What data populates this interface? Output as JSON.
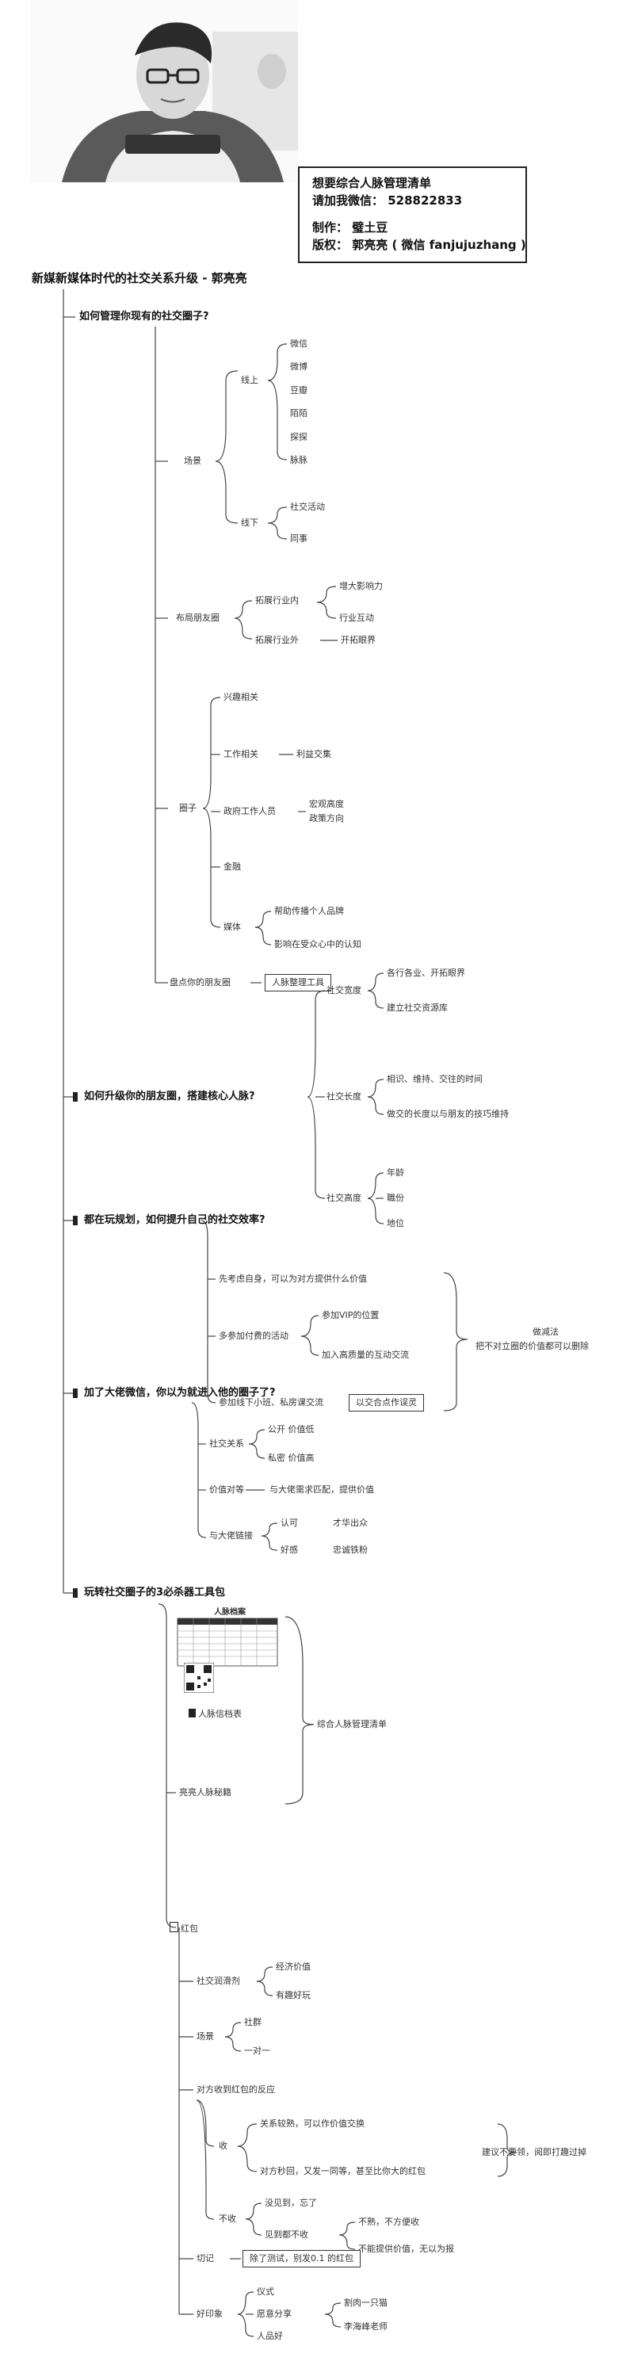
{
  "info": {
    "line1": "想要综合人脉管理清单",
    "line2": "请加我微信： 528822833",
    "line3": "制作： 璧土豆",
    "line4": "版权： 郭亮亮 ( 微信 fanjujuzhang )"
  },
  "title": "新媒新媒体时代的社交关系升级 - 郭亮亮",
  "s1": {
    "title": "如何管理你现有的社交圈子?",
    "changjing": "场景",
    "xianshang": "线上",
    "online_items": [
      "微信",
      "微博",
      "豆瓣",
      "陌陌",
      "探探",
      "脉脉"
    ],
    "xianxia": "线下",
    "offline_items": [
      "社交活动",
      "同事"
    ],
    "buju": "布局朋友圈",
    "tuozhan_nei": "拓展行业内",
    "nei_items": [
      "增大影响力",
      "行业互动"
    ],
    "tuozhan_wai": "拓展行业外",
    "wai_item": "开拓眼界",
    "quanzi": "圈子",
    "xingqu": "兴趣相关",
    "gongzuo": "工作相关",
    "liyi": "利益交集",
    "zhengfu": "政府工作人员",
    "zhengfu_items": [
      "宏观高度",
      "政策方向"
    ],
    "jinrong": "金融",
    "meiti": "媒体",
    "meiti_items": [
      "帮助传播个人品牌",
      "影响在受众心中的认知"
    ],
    "pandian": "盘点你的朋友圈",
    "tool": "人脉整理工具"
  },
  "s2": {
    "title": "如何升级你的朋友圈，搭建核心人脉?",
    "kuandu": "社交宽度",
    "kuandu_items": [
      "各行各业、开拓眼界",
      "建立社交资源库"
    ],
    "changdu": "社交长度",
    "changdu_items": [
      "相识、维持、交往的时间",
      "做交的长度以与朋友的技巧维持"
    ],
    "gaodu": "社交高度",
    "gaodu_items": [
      "年龄",
      "職份",
      "地位"
    ]
  },
  "s3": {
    "title": "都在玩规划，如何提升自己的社交效率?",
    "items": [
      "先考虑自身，可以为对方提供什么价值",
      "多参加付费的活动",
      "参加线下小班、私房课交流"
    ],
    "huodong_items": [
      "参加VIP的位置",
      "加入高质量的互动交流"
    ],
    "right1": "做减法",
    "right2": "把不对立圈的价值都可以删除",
    "boxed": "以交合点作误灵"
  },
  "s4": {
    "title": "加了大佬微信，你以为就进入他的圈子了?",
    "guanxi": "社交关系",
    "guanxi_items": [
      "公开 价值低",
      "私密 价值高"
    ],
    "jiazhi": "价值对等",
    "jiazhi_item": "与大佬需求匹配，提供价值",
    "lianjie": "与大佬链接",
    "lianjie_items": [
      "认可",
      "才华出众",
      "好感",
      "忠诚铁粉"
    ]
  },
  "s5": {
    "title": "玩转社交圈子的3必杀器工具包",
    "table_title": "人脉档案",
    "card_label": "人脉信档表",
    "liang": "亮亮人脉秘籍",
    "zonghe": "综合人脉管理清单",
    "hongbao": "红包",
    "shejiao_run": "社交润滑剂",
    "run_items": [
      "经济价值",
      "有趣好玩"
    ],
    "changjing": "场景",
    "cj_items": [
      "社群",
      "一对一"
    ],
    "fanying": "对方收到红包的反应",
    "shou": "收",
    "shou_items": [
      "关系较熟，可以作价值交换",
      "对方秒回，又发一同等，甚至比你大的红包"
    ],
    "shou_right": "建议不要领，阅即打趣过掉",
    "bushou": "不收",
    "bushou_items": [
      "没见到，忘了",
      "见到都不收"
    ],
    "bushou_sub": [
      "不熟，不方便收",
      "不能提供价值，无以为报"
    ],
    "qieji": "切记",
    "qieji_box": "除了测试，别发0.1 的红包",
    "haoyin": "好印象",
    "haoyin_items": [
      "仪式",
      "愿意分享",
      "人品好"
    ],
    "haoyin_right": [
      "割肉一只猫",
      "李海峰老师"
    ]
  }
}
